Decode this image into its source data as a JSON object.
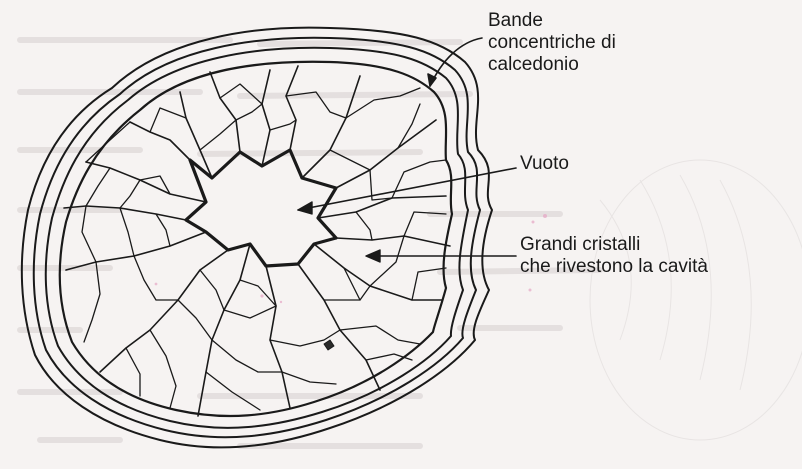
{
  "labels": {
    "bands": [
      "Bande",
      "concentriche di",
      "calcedonio"
    ],
    "void": "Vuoto",
    "crystals": [
      "Grandi cristalli",
      "che rivestono la cavità"
    ]
  },
  "colors": {
    "ink": "#1a1a1a",
    "paper": "#f6f3f2",
    "bleed_through": "#b9b3b2",
    "pink_specks": "#e6a6c4"
  }
}
